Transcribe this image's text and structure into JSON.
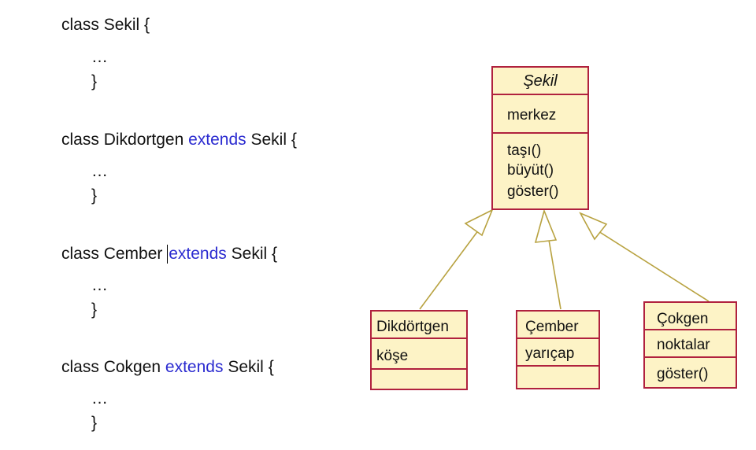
{
  "code": {
    "blocks": [
      {
        "prefix": "class ",
        "name": "Sekil",
        "extends_kw": "",
        "parent": "",
        "open": " {",
        "body": "…",
        "close": "}"
      },
      {
        "prefix": "class ",
        "name": "Dikdortgen",
        "extends_kw": "extends",
        "parent": "Sekil",
        "open": " {",
        "body": "…",
        "close": "}"
      },
      {
        "prefix": "class ",
        "name": "Cember",
        "extends_kw": "extends",
        "parent": "Sekil",
        "open": " {",
        "body": "…",
        "close": "}"
      },
      {
        "prefix": "class ",
        "name": "Cokgen",
        "extends_kw": "extends",
        "parent": "Sekil",
        "open": " {",
        "body": "…",
        "close": "}"
      }
    ]
  },
  "uml": {
    "colors": {
      "border": "#b0213e",
      "fill": "#fdf3c6",
      "arrow": "#b8a240"
    },
    "parent": {
      "name": "Şekil",
      "attributes": [
        "merkez"
      ],
      "methods": [
        "taşı()",
        "büyüt()",
        "göster()"
      ]
    },
    "children": [
      {
        "name": "Dikdörtgen",
        "attributes": [
          "köşe"
        ],
        "methods": []
      },
      {
        "name": "Çember",
        "attributes": [
          "yarıçap"
        ],
        "methods": []
      },
      {
        "name": "Çokgen",
        "attributes": [
          "noktalar"
        ],
        "methods": [
          "göster()"
        ]
      }
    ]
  }
}
